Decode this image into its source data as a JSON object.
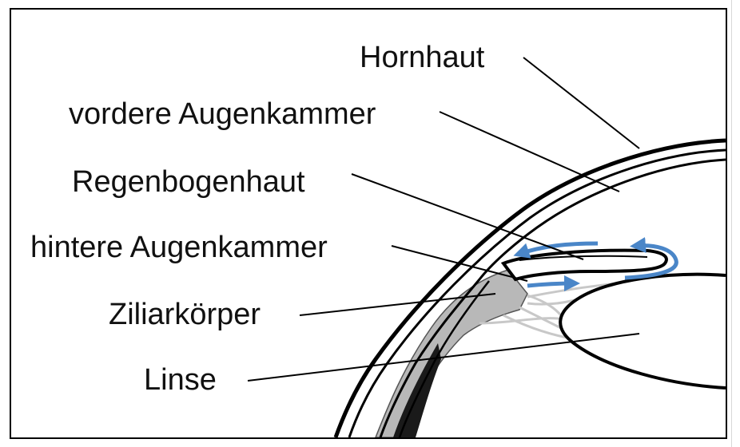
{
  "labels": {
    "hornhaut": "Hornhaut",
    "vordere_augenkammer": "vordere Augenkammer",
    "regenbogenhaut": "Regenbogenhaut",
    "hintere_augenkammer": "hintere Augenkammer",
    "ziliarkoerper": "Ziliarkörper",
    "linse": "Linse"
  },
  "colors": {
    "outline": "#000000",
    "ciliary_body": "#b8b8b8",
    "zonule_fibers": "#c8c8c8",
    "flow_arrows": "#4a86c8",
    "background": "#ffffff"
  }
}
